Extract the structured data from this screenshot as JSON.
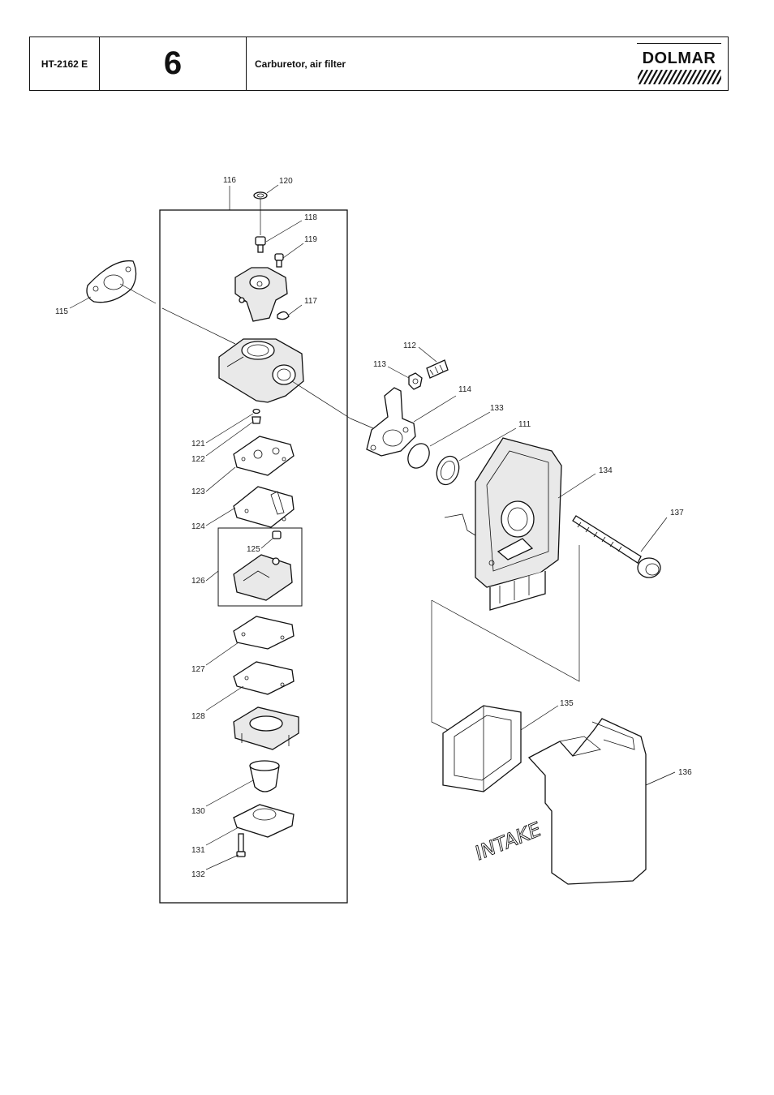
{
  "header": {
    "model": "HT-2162 E",
    "section_number": "6",
    "title": "Carburetor, air filter",
    "brand": "DOLMAR"
  },
  "diagram": {
    "labels": {
      "p111": "111",
      "p112": "112",
      "p113": "113",
      "p114": "114",
      "p115": "115",
      "p116": "116",
      "p117": "117",
      "p118": "118",
      "p119": "119",
      "p120": "120",
      "p121": "121",
      "p122": "122",
      "p123": "123",
      "p124": "124",
      "p125": "125",
      "p126": "126",
      "p127": "127",
      "p128": "128",
      "p130": "130",
      "p131": "131",
      "p132": "132",
      "p133": "133",
      "p134": "134",
      "p135": "135",
      "p136": "136",
      "p137": "137"
    },
    "cover_text": "INTAKE"
  }
}
